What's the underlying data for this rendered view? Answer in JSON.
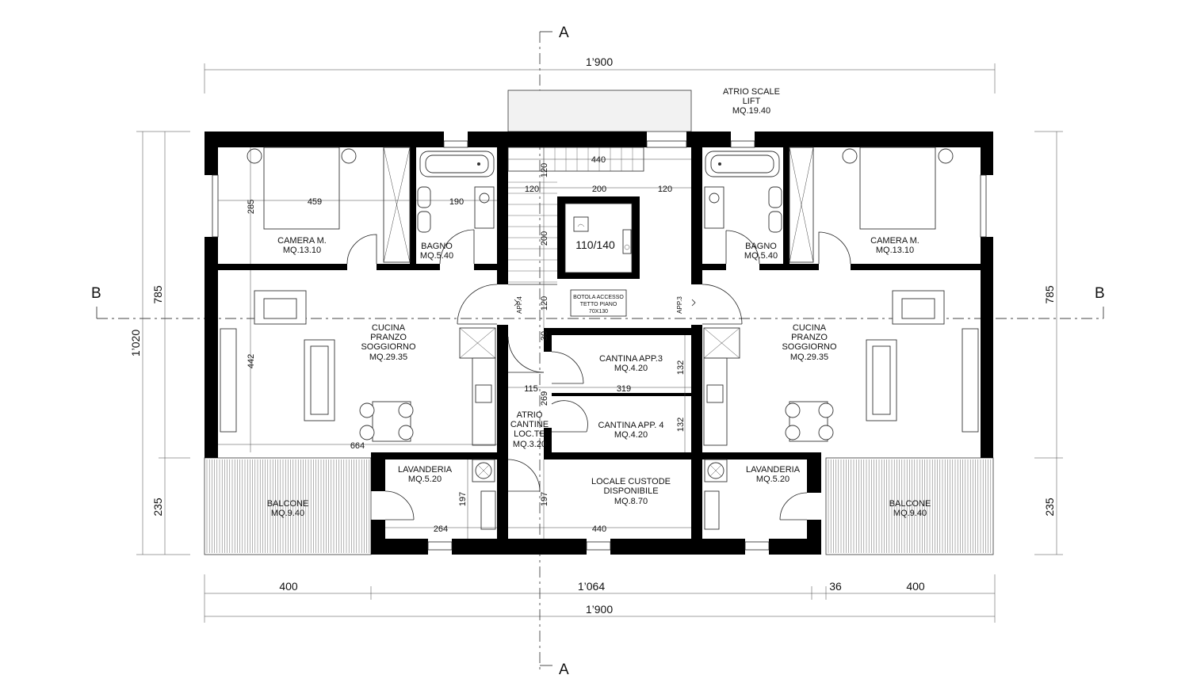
{
  "section_markers": {
    "a": "A",
    "b": "B"
  },
  "outer_dims": {
    "total_top": "1’900",
    "total_bottom": "1’900",
    "left_height": "1’020",
    "left_upper": "785",
    "left_lower": "235",
    "right_upper": "785",
    "right_lower": "235",
    "bottom_left": "400",
    "bottom_mid": "1’064",
    "bottom_36": "36",
    "bottom_right": "400"
  },
  "inner_dims": {
    "d459": "459",
    "d285": "285",
    "d190": "190",
    "d440_top": "440",
    "d120_a": "120",
    "d200_h": "200",
    "d120_b": "120",
    "d120_c": "120",
    "d200_v": "200",
    "d120_v": "120",
    "d30": "30",
    "d442": "442",
    "d664": "664",
    "d115": "115",
    "d319": "319",
    "d269": "269",
    "d132_a": "132",
    "d132_b": "132",
    "d197_a": "197",
    "d197_b": "197",
    "d264": "264",
    "d440_bot": "440"
  },
  "rooms": {
    "atrio_scale": [
      "ATRIO SCALE",
      "LIFT",
      "MQ.19.40"
    ],
    "camera_l": [
      "CAMERA M.",
      "MQ.13.10"
    ],
    "camera_r": [
      "CAMERA M.",
      "MQ.13.10"
    ],
    "bagno_l": [
      "BAGNO",
      "MQ.5.40"
    ],
    "bagno_r": [
      "BAGNO",
      "MQ.5.40"
    ],
    "lift": "110/140",
    "botola": [
      "BOTOLA ACCESSO",
      "TETTO PIANO",
      "70X130"
    ],
    "app4": "APP.4",
    "app3": "APP.3",
    "cucina_l": [
      "CUCINA",
      "PRANZO",
      "SOGGIORNO",
      "MQ.29.35"
    ],
    "cucina_r": [
      "CUCINA",
      "PRANZO",
      "SOGGIORNO",
      "MQ.29.35"
    ],
    "cantina3": [
      "CANTINA APP.3",
      "MQ.4.20"
    ],
    "cantina4": [
      "CANTINA APP. 4",
      "MQ.4.20"
    ],
    "atrio_cantine": [
      "ATRIO",
      "CANTINE",
      "LOC.TE",
      "MQ.3.20"
    ],
    "lavanderia_l": [
      "LAVANDERIA",
      "MQ.5.20"
    ],
    "lavanderia_r": [
      "LAVANDERIA",
      "MQ.5.20"
    ],
    "locale_custode": [
      "LOCALE CUSTODE",
      "DISPONIBILE",
      "MQ.8.70"
    ],
    "balcone_l": [
      "BALCONE",
      "MQ.9.40"
    ],
    "balcone_r": [
      "BALCONE",
      "MQ.9.40"
    ]
  }
}
